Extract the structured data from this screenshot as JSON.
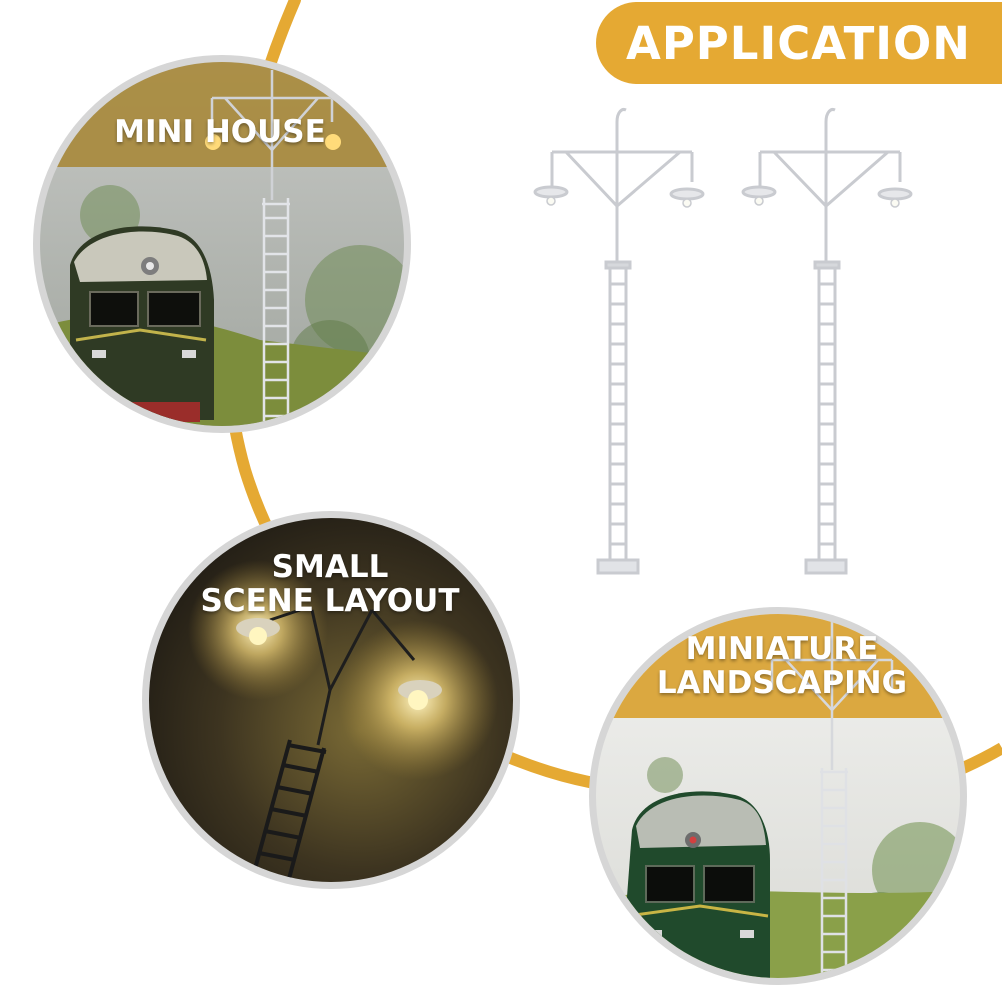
{
  "banner": {
    "title": "APPLICATION"
  },
  "panels": {
    "mini_house": {
      "caption": "MINI HOUSE"
    },
    "small_scene": {
      "caption_line1": "SMALL",
      "caption_line2": "SCENE LAYOUT"
    },
    "miniature_landscaping": {
      "caption_line1": "MINIATURE",
      "caption_line2": "LANDSCAPING"
    }
  },
  "colors": {
    "accent": "#e5a933",
    "ring": "#d6d6d6",
    "pole": "#c9cbd0"
  },
  "icons": {
    "product": "lamp-post-illustration"
  }
}
